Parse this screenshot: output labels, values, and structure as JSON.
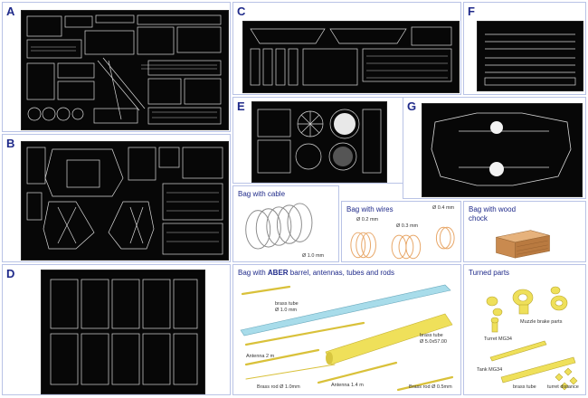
{
  "sheets": {
    "a": {
      "letter": "A"
    },
    "b": {
      "letter": "B"
    },
    "c": {
      "letter": "C"
    },
    "d": {
      "letter": "D"
    },
    "e": {
      "letter": "E"
    },
    "f": {
      "letter": "F"
    },
    "g": {
      "letter": "G"
    }
  },
  "bag_cable": {
    "title": "Bag with cable",
    "diameter": "Ø 1.0 mm"
  },
  "bag_wires": {
    "title": "Bag with wires",
    "d02": "Ø 0.2 mm",
    "d03": "Ø 0.3 mm",
    "d04": "Ø 0.4 mm"
  },
  "bag_wood": {
    "title": "Bag with wood chock"
  },
  "bag_aber": {
    "title_pre": "Bag with ",
    "title_brand": "ABER",
    "title_post": " barrel, antennas, tubes and rods",
    "brass_tube_10": "brass tube",
    "brass_tube_10_d": "Ø 1.0 mm",
    "brass_tube_50": "brass tube",
    "brass_tube_50_d": "Ø 5.0x57.00",
    "antenna_2m": "Antenna 2 m",
    "antenna_14m": "Antenna 1.4 m",
    "brass_rod_10": "Brass rod Ø 1.0mm",
    "brass_rod_05": "Brass rod Ø 0.5mm"
  },
  "turned": {
    "title": "Turned parts",
    "muzzle": "Muzzle brake parts",
    "turret_mg": "Turret MG34",
    "tank_mg": "Tank MG34",
    "brass_tube": "brass tube",
    "turret_distance": "turret distance"
  },
  "colors": {
    "accent": "#1f2a8a",
    "frame": "#b9c3e6",
    "brass": "#e8d85a",
    "copper": "#e8b27a",
    "sheet": "#070707"
  }
}
